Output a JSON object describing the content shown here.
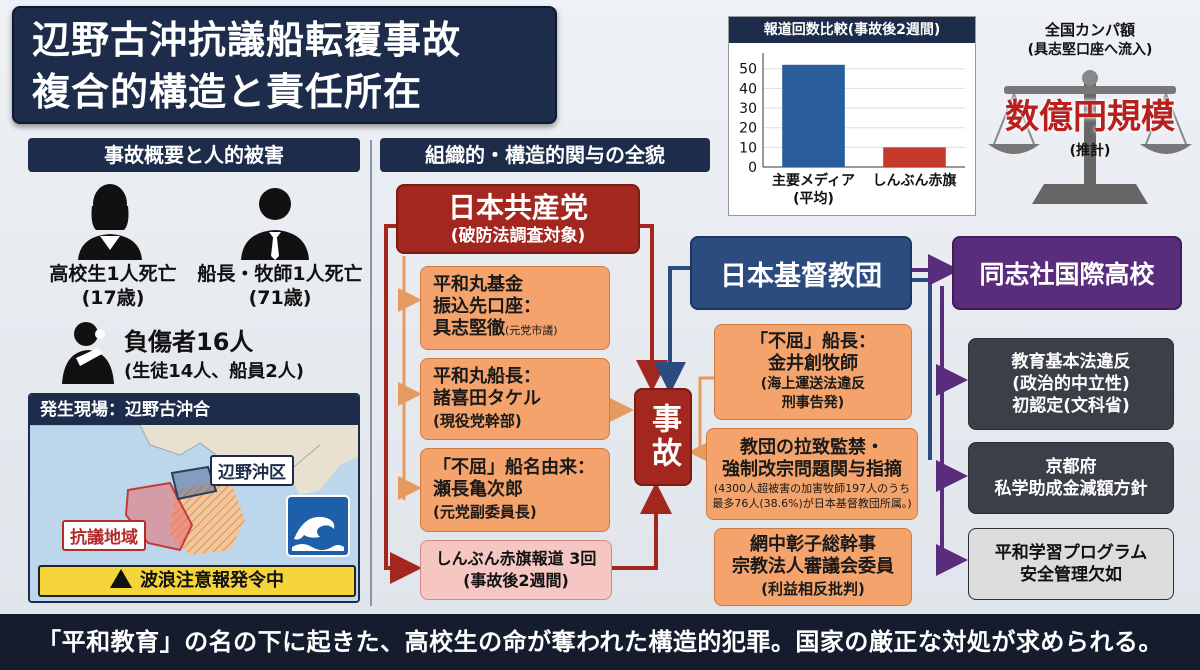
{
  "title": {
    "line1": "辺野古沖抗議船転覆事故",
    "line2": "複合的構造と責任所在"
  },
  "left": {
    "header": "事故概要と人的被害",
    "victim1": {
      "label": "高校生1人死亡",
      "age": "(17歳)"
    },
    "victim2": {
      "label": "船長・牧師1人死亡",
      "age": "(71歳)"
    },
    "injured": {
      "label": "負傷者16人",
      "detail": "(生徒14人、船員2人)"
    },
    "map": {
      "header": "発生現場：辺野古沖合",
      "area1": "辺野沖区",
      "area2": "抗議地域",
      "warning": "波浪注意報発令中"
    }
  },
  "center": {
    "header": "組織的・構造的関与の全貌",
    "jcp": {
      "title": "日本共産党",
      "sub": "(破防法調査対象)"
    },
    "items_left": [
      {
        "l1": "平和丸基金",
        "l2": "振込先口座：",
        "l3": "具志堅徹",
        "note": "(元党市議)"
      },
      {
        "l1": "平和丸船長：",
        "l2": "諸喜田タケル",
        "l3": "(現役党幹部)"
      },
      {
        "l1": "「不屈」船名由来：",
        "l2": "瀬長亀次郎",
        "l3": "(元党副委員長)"
      },
      {
        "l1": "しんぶん赤旗報道 3回",
        "l2": "(事故後2週間)"
      }
    ],
    "accident": "事故",
    "kyodan": "日本基督教団",
    "items_right": [
      {
        "l1": "「不屈」船長：",
        "l2": "金井創牧師",
        "l3": "(海上運送法違反",
        "l4": "刑事告発)"
      },
      {
        "l1": "教団の拉致監禁・",
        "l2": "強制改宗問題関与指摘",
        "l3": "(4300人超被害の加害牧師197人のうち",
        "l4": "最多76人(38.6%)が日本基督教団所属。)"
      },
      {
        "l1": "網中彰子総幹事",
        "l2": "宗教法人審議会委員",
        "l3": "(利益相反批判)"
      }
    ]
  },
  "right": {
    "school": "同志社国際高校",
    "items": [
      {
        "l1": "教育基本法違反",
        "l2": "(政治的中立性)",
        "l3": "初認定(文科省)"
      },
      {
        "l1": "京都府",
        "l2": "私学助成金減額方針"
      },
      {
        "l1": "平和学習プログラム",
        "l2": "安全管理欠如"
      }
    ]
  },
  "chart_data": {
    "type": "bar",
    "title": "報道回数比較(事故後2週間)",
    "categories": [
      "主要メディア\n(平均)",
      "しんぶん赤旗"
    ],
    "category_lines": [
      [
        "主要メディア",
        "(平均)"
      ],
      [
        "しんぶん赤旗"
      ]
    ],
    "values": [
      52,
      10
    ],
    "yticks": [
      0,
      10,
      20,
      30,
      40,
      50
    ],
    "ylim": [
      0,
      58
    ],
    "colors": [
      "#2a5d9c",
      "#c63a2c"
    ]
  },
  "scale": {
    "label1": "全国カンパ額",
    "label2": "(具志堅口座へ流入)",
    "amount": "数億円規模",
    "note": "(推計)"
  },
  "footer": "「平和教育」の名の下に起きた、高校生の命が奪われた構造的犯罪。国家の厳正な対処が求められる。",
  "colors": {
    "navy": "#1c2c4a",
    "red": "#a3271e",
    "blue": "#2c4c80",
    "purple": "#5a2c7c",
    "orange": "#f3a36b"
  }
}
